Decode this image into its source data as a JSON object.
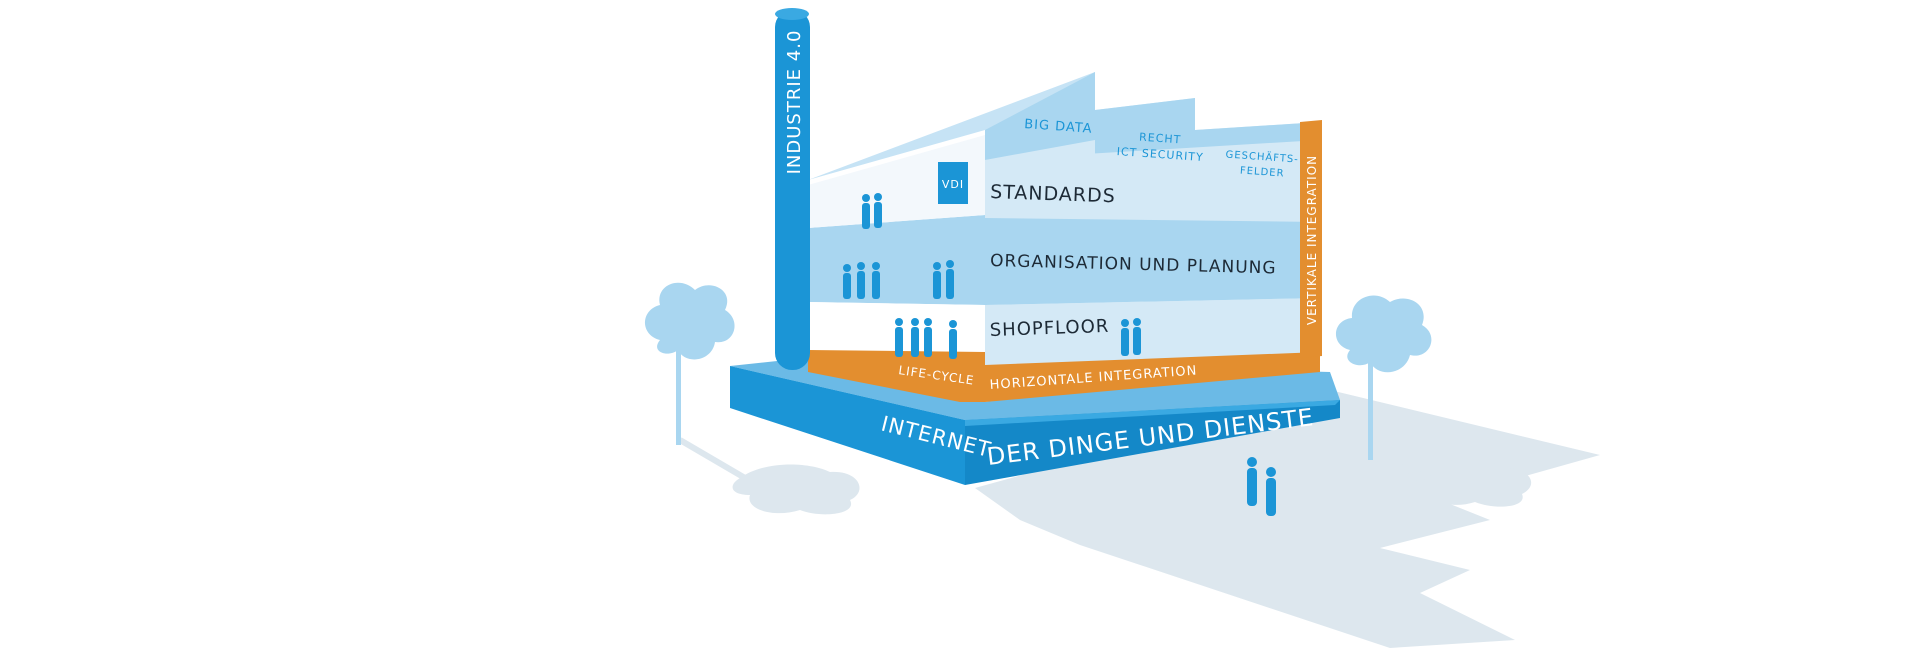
{
  "chimney": {
    "label": "INDUSTRIE 4.0"
  },
  "logo": {
    "text": "VDI"
  },
  "roof": {
    "big_data": "BIG DATA",
    "recht_line1": "RECHT",
    "recht_line2": "ICT SECURITY",
    "geschaefts_line1": "GESCHÄFTS-",
    "geschaefts_line2": "FELDER"
  },
  "floors": {
    "standards": "STANDARDS",
    "organisation": "ORGANISATION UND PLANUNG",
    "shopfloor": "SHOPFLOOR"
  },
  "bands": {
    "life_cycle": "LIFE-CYCLE",
    "horizontal": "HORIZONTALE INTEGRATION",
    "vertical": "VERTIKALE INTEGRATION"
  },
  "base": {
    "internet": "INTERNET",
    "der_dinge": "DER DINGE UND DIENSTE"
  },
  "colors": {
    "primary_blue": "#1b95d6",
    "light_blue": "#a9d6f0",
    "pale_blue": "#d4e9f6",
    "orange": "#e38e2f",
    "shadow": "#dde7ee",
    "text_dark": "#1d2a36"
  }
}
